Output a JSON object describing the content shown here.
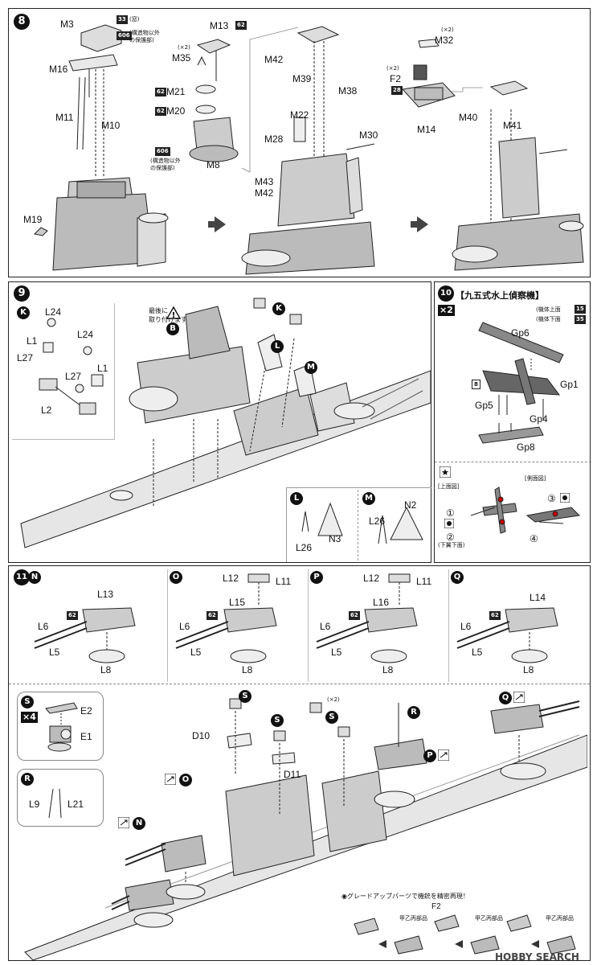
{
  "step8": {
    "number": "8",
    "labels": {
      "m3": "M3",
      "m16": "M16",
      "m11": "M11",
      "m10": "M10",
      "m19": "M19",
      "m13": "M13",
      "m35": "M35",
      "m35_qty": "(×2)",
      "m21": "M21",
      "m20": "M20",
      "m8": "M8",
      "m42a": "M42",
      "m39": "M39",
      "m38": "M38",
      "m22": "M22",
      "m28": "M28",
      "m30": "M30",
      "m43": "M43",
      "m42b": "M42",
      "m32": "M32",
      "m32_qty": "(×2)",
      "f2": "F2",
      "f2_qty": "(×2)",
      "m14": "M14",
      "m40": "M40",
      "m41": "M41"
    },
    "tags": {
      "t33": "33",
      "t606a": "606",
      "t62a": "62",
      "t62b": "62",
      "t62c": "62",
      "t606b": "606",
      "t28": "28"
    },
    "notes": {
      "m3_color": "(窓)",
      "m3_note": "(構造物以外\nの保護部)",
      "m8_note": "(構造物以外\nの保護部)"
    }
  },
  "step9": {
    "number": "9",
    "labels": {
      "l24a": "L24",
      "l1a": "L1",
      "l27a": "L27",
      "l24b": "L24",
      "l27b": "L27",
      "l1b": "L1",
      "l2": "L2",
      "l26a": "L26",
      "n3": "N3",
      "l26b": "L26",
      "n2": "N2"
    },
    "markers": {
      "k1": "K",
      "k2": "K",
      "b": "B",
      "l": "L",
      "m": "M",
      "l_box": "L",
      "m_box": "M"
    },
    "note": "最後に\n取り付けます。"
  },
  "step10": {
    "number": "10",
    "title": "【九五式水上偵察機】",
    "qty": "×2",
    "labels": {
      "gp6": "Gp6",
      "gp1": "Gp1",
      "gp5": "Gp5",
      "gp4": "Gp4",
      "gp8": "Gp8"
    },
    "tags": {
      "t15": "15",
      "t35": "35",
      "t8": "8"
    },
    "color_notes": {
      "upper": "(機体上面",
      "lower": "(機体下面"
    },
    "views": {
      "top": "[上面図]",
      "side": "[側面図]",
      "under": "(下翼下面)"
    },
    "numbers": {
      "n1": "①",
      "n2": "②",
      "n3": "③",
      "n4": "④"
    }
  },
  "step11": {
    "number": "11",
    "turrets": [
      {
        "marker": "N",
        "top": "L13",
        "gun": "L6",
        "tag": "62",
        "base": "L5",
        "stand": "L8",
        "extra1": "",
        "extra2": ""
      },
      {
        "marker": "O",
        "top": "L15",
        "gun": "L6",
        "tag": "62",
        "base": "L5",
        "stand": "L8",
        "extra1": "L12",
        "extra2": "L11"
      },
      {
        "marker": "P",
        "top": "L16",
        "gun": "L6",
        "tag": "62",
        "base": "L5",
        "stand": "L8",
        "extra1": "L12",
        "extra2": "L11"
      },
      {
        "marker": "Q",
        "top": "L14",
        "gun": "L6",
        "tag": "62",
        "base": "L5",
        "stand": "L8",
        "extra1": "",
        "extra2": ""
      }
    ],
    "subs": {
      "s_marker": "S",
      "s_qty": "×4",
      "e2": "E2",
      "e1": "E1",
      "r_marker": "R",
      "l9": "L9",
      "l21": "L21"
    },
    "hull_labels": {
      "d10": "D10",
      "d11": "D11",
      "s_qty": "(×2)",
      "s1": "S",
      "s2": "S",
      "s3": "S",
      "r": "R",
      "p": "P",
      "q": "Q",
      "o": "O",
      "n": "N"
    },
    "upgrade_note": "◉グレードアップパーツで機銃を精密再現！",
    "upgrade_f2": "F2",
    "upgrade_parts": [
      "甲乙丙部品",
      "甲乙丙部品",
      "甲乙丙部品"
    ]
  },
  "watermark": "HOBBY SEARCH"
}
